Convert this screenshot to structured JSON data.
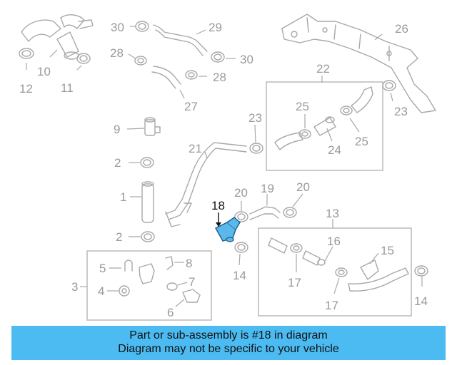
{
  "colors": {
    "accent": "#4bbbf2",
    "highlight_part": "#5ab9ea",
    "diagram_gray": "#a8a8a8"
  },
  "callouts": {
    "c1": "1",
    "c2a": "2",
    "c2b": "2",
    "c3": "3",
    "c4": "4",
    "c5": "5",
    "c6": "6",
    "c7": "7",
    "c8": "8",
    "c9": "9",
    "c10": "10",
    "c11": "11",
    "c12": "12",
    "c13": "13",
    "c14a": "14",
    "c14b": "14",
    "c15": "15",
    "c16": "16",
    "c17a": "17",
    "c17b": "17",
    "c18": "18",
    "c19": "19",
    "c20a": "20",
    "c20b": "20",
    "c21": "21",
    "c22": "22",
    "c23a": "23",
    "c23b": "23",
    "c24": "24",
    "c25a": "25",
    "c25b": "25",
    "c26": "26",
    "c27": "27",
    "c28a": "28",
    "c28b": "28",
    "c29": "29",
    "c30a": "30",
    "c30b": "30"
  },
  "banner": {
    "line1": "Part or sub-assembly is #18 in diagram",
    "line2": "Diagram may not be specific to your vehicle"
  }
}
